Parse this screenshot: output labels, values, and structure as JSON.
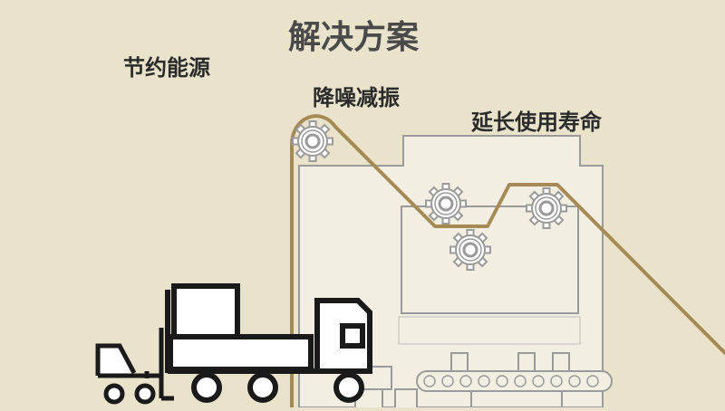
{
  "title": "解决方案",
  "benefits": {
    "energy": "节约能源",
    "noise": "降噪减振",
    "life": "延长使用寿命"
  },
  "colors": {
    "background": "#e9e3cc",
    "belt": "#a68a55",
    "machine_fill": "#f2efe2",
    "machine_stroke": "#9a9a9a",
    "gear": "#9a9a9a",
    "vehicle": "#1a1a1a"
  },
  "icons": {
    "gear": "gear-icon",
    "truck": "truck-icon",
    "forklift": "forklift-icon",
    "conveyor": "conveyor-icon"
  }
}
